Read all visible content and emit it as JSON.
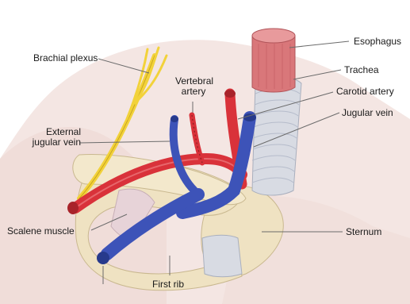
{
  "labels": {
    "esophagus": "Esophagus",
    "trachea": "Trachea",
    "carotid_artery": "Carotid artery",
    "jugular_vein": "Jugular vein",
    "brachial_plexus": "Brachial plexus",
    "vertebral_artery_line1": "Vertebral",
    "vertebral_artery_line2": "artery",
    "external_jugular_line1": "External",
    "external_jugular_line2": "jugular vein",
    "scalene_muscle": "Scalene muscle",
    "sternum": "Sternum",
    "first_rib": "First rib"
  },
  "colors": {
    "artery_red": "#d9323a",
    "vein_blue": "#3d53b8",
    "nerve_yellow": "#f2d23a",
    "bone": "#efe2c2",
    "trachea_gray": "#d8dbe3",
    "esophagus_pink": "#d9777a",
    "leader_line": "#6b6b6b"
  }
}
